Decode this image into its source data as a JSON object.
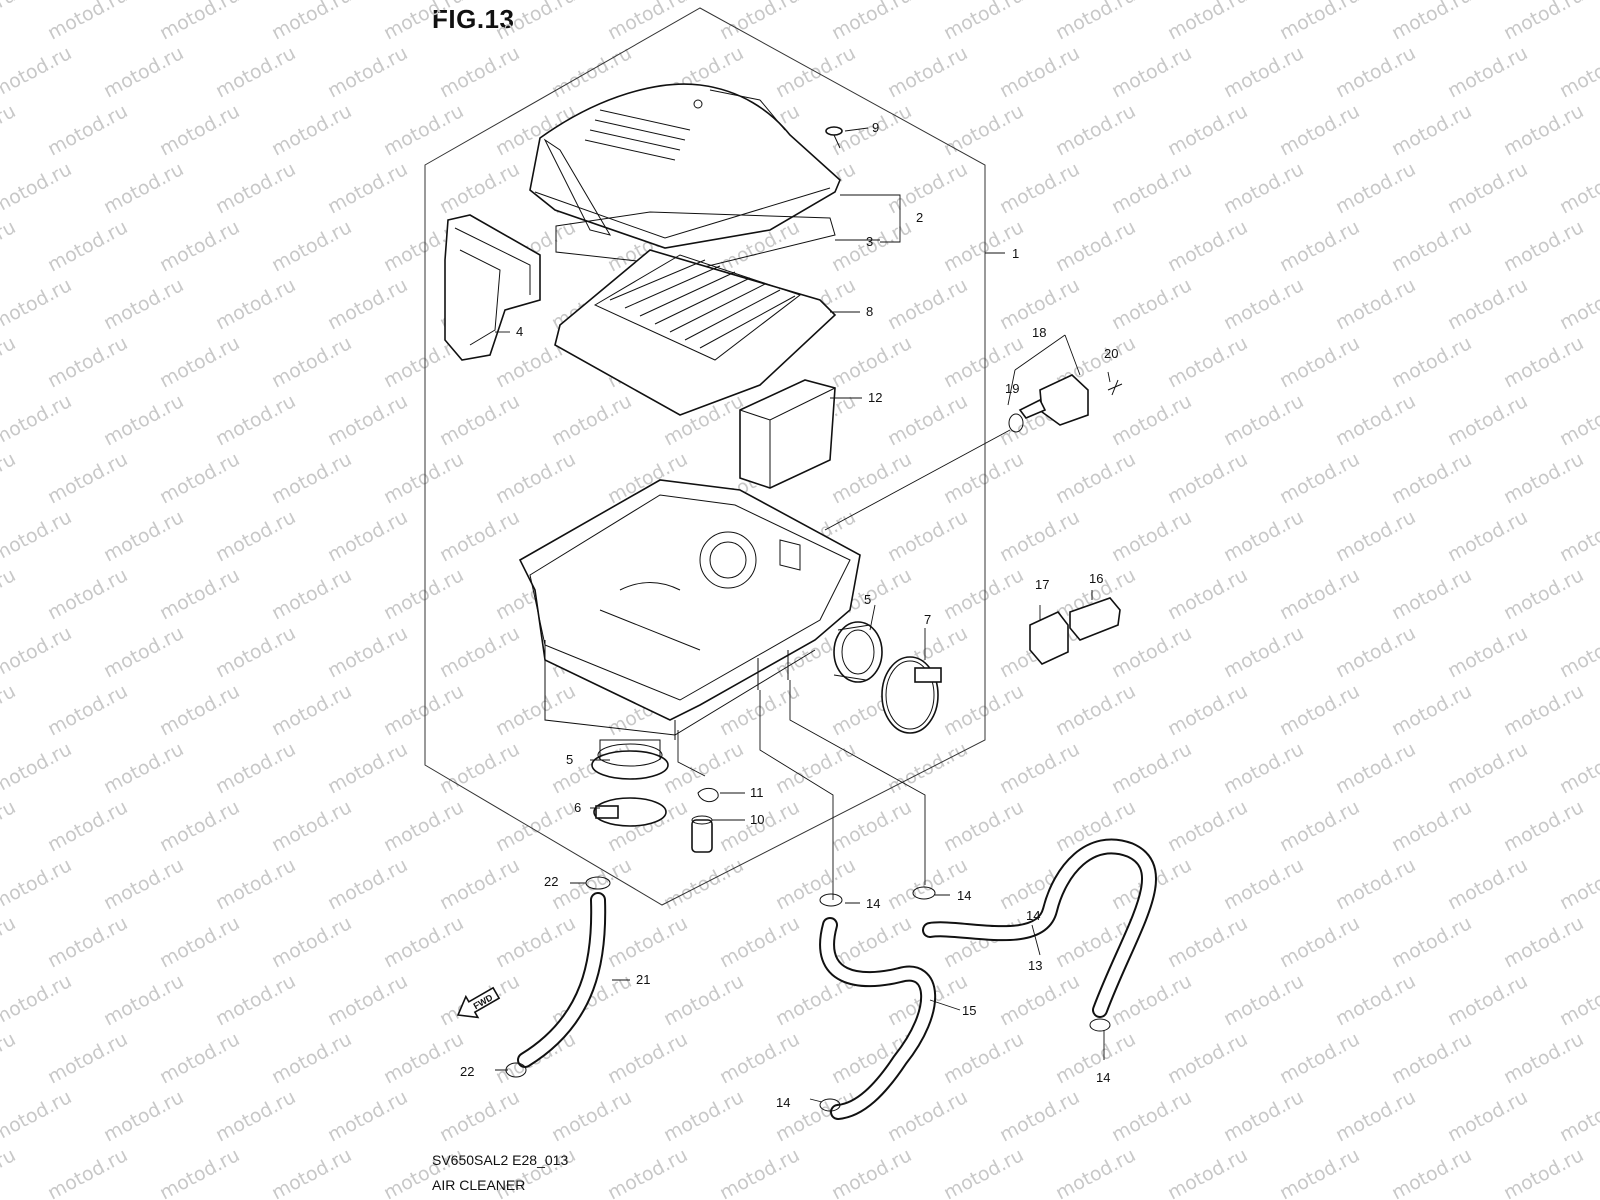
{
  "figure": {
    "title": "FIG.13",
    "model_code": "SV650SAL2 E28_013",
    "section_name": "AIR CLEANER",
    "direction_badge": "FWD",
    "watermark": "motod.ru"
  },
  "callouts": [
    "1",
    "2",
    "3",
    "4",
    "5",
    "5",
    "6",
    "7",
    "8",
    "9",
    "10",
    "11",
    "12",
    "13",
    "14",
    "14",
    "14",
    "14",
    "14",
    "15",
    "16",
    "17",
    "18",
    "19",
    "20",
    "21",
    "22",
    "22"
  ]
}
